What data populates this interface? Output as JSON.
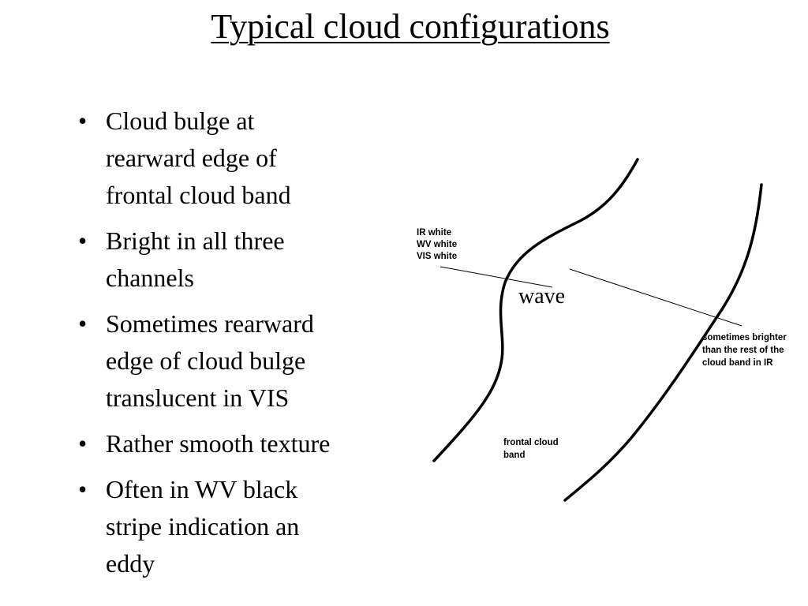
{
  "title": "Typical cloud configurations",
  "bullets": [
    {
      "lines": [
        "Cloud bulge at",
        "rearward edge of",
        "frontal cloud band"
      ]
    },
    {
      "lines": [
        "Bright in all three",
        "channels"
      ]
    },
    {
      "lines": [
        "Sometimes rearward",
        "edge of cloud bulge",
        "translucent in VIS"
      ]
    },
    {
      "lines": [
        "Rather smooth texture"
      ]
    },
    {
      "lines": [
        "Often in WV black",
        "stripe indication an",
        "eddy"
      ]
    }
  ],
  "bullet_symbol": "•",
  "diagram": {
    "channels_label": [
      "IR white",
      "WV white",
      "VIS white"
    ],
    "wave_label": "wave",
    "brighter_label": [
      "sometimes brighter",
      "than the rest of the",
      "cloud band in IR"
    ],
    "frontal_label": [
      "frontal cloud",
      "band"
    ]
  }
}
